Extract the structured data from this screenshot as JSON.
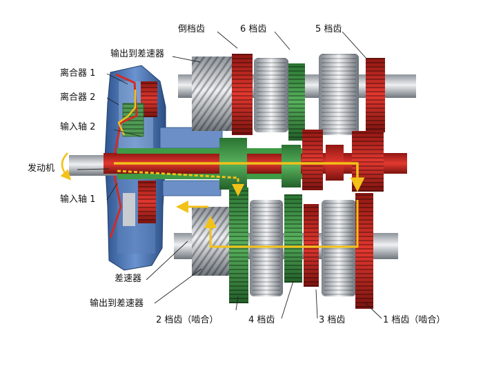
{
  "diagram": {
    "labels": {
      "reverse_gear": "倒档齿",
      "gear6": "6 档齿",
      "gear5": "5 档齿",
      "output_diff_top": "输出到差速器",
      "clutch1": "离合器 1",
      "clutch2": "离合器 2",
      "input_shaft2": "输入轴 2",
      "engine": "发动机",
      "input_shaft1": "输入轴 1",
      "differential": "差速器",
      "output_diff_bottom": "输出到差速器",
      "gear2": "2 档齿（啮合）",
      "gear4": "4 档齿",
      "gear3": "3 档齿",
      "gear1": "1 档齿（啮合）"
    },
    "colors": {
      "red": "#d42a24",
      "green": "#3f9a45",
      "blue": "#3e6fb8",
      "steel": "#b9bec4",
      "arrow": "#f2c218"
    }
  }
}
